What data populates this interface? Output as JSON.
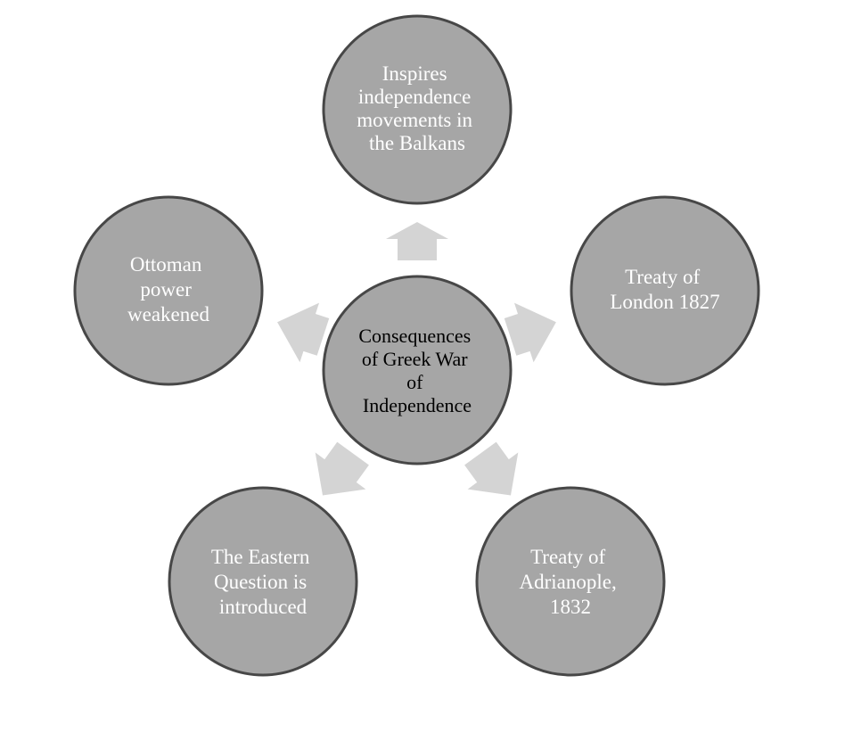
{
  "center": {
    "lines": [
      "Consequences",
      "of Greek War",
      "of",
      "Independence"
    ]
  },
  "nodes": [
    {
      "id": "balkans",
      "lines": [
        "Inspires",
        "independence",
        "movements in",
        "the Balkans"
      ]
    },
    {
      "id": "london",
      "lines": [
        "Treaty of",
        "London 1827"
      ]
    },
    {
      "id": "adrianople",
      "lines": [
        "Treaty of",
        "Adrianople,",
        "1832"
      ]
    },
    {
      "id": "eastern-question",
      "lines": [
        "The Eastern",
        "Question is",
        "introduced"
      ]
    },
    {
      "id": "ottoman",
      "lines": [
        "Ottoman",
        "power",
        "weakened"
      ]
    }
  ],
  "colors": {
    "circle_fill": "#a6a6a6",
    "circle_stroke": "#474747",
    "arrow_fill": "#d4d4d4",
    "node_text": "#ffffff",
    "center_text": "#000000"
  }
}
